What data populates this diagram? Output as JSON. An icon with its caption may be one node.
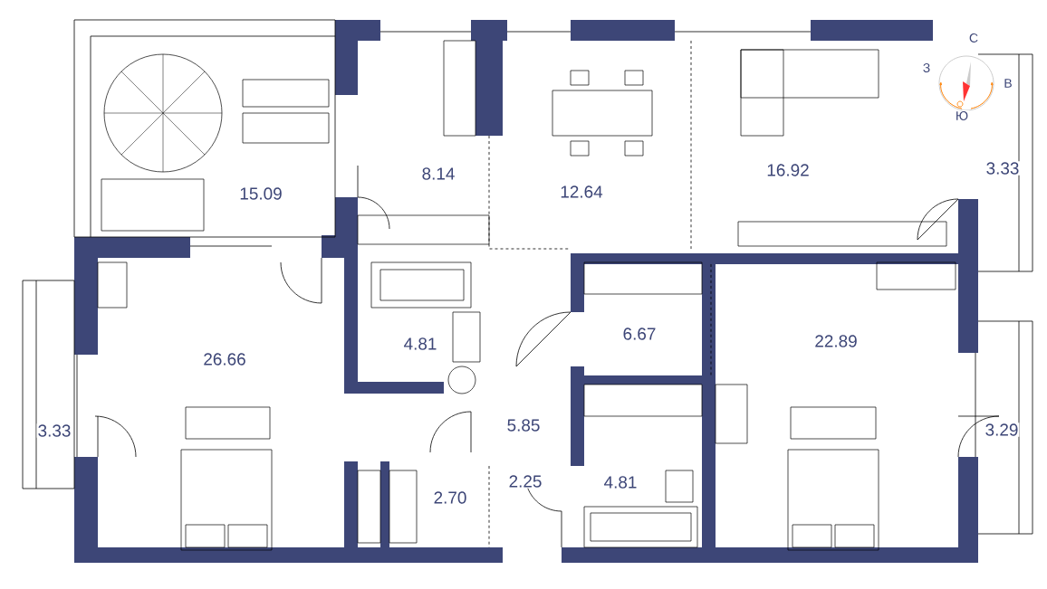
{
  "diagram": {
    "labels": [
      "С",
      "З",
      "В",
      "Ю",
      "8.14",
      "15.09",
      "12.64",
      "16.92",
      "3.33",
      "6.67",
      "22.89",
      "4.81",
      "26.66",
      "5.85",
      "3.33",
      "3.29",
      "4.81",
      "2.25",
      "2.70"
    ]
  }
}
